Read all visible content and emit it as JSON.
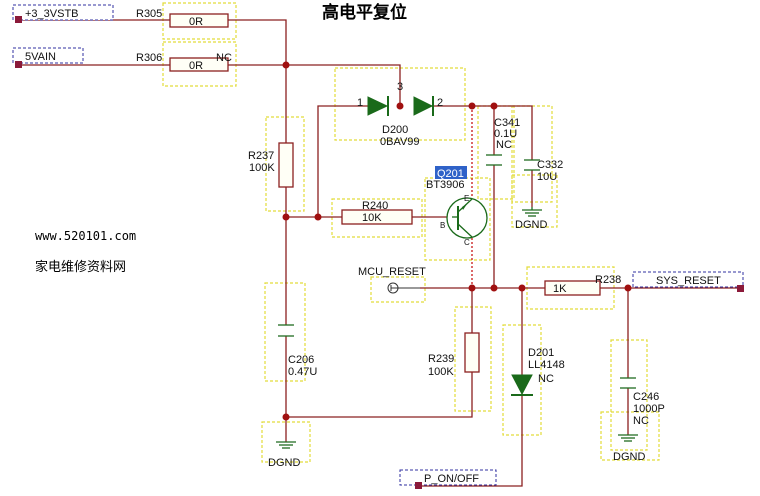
{
  "title": "高电平复位",
  "watermark": {
    "url": "www.520101.com",
    "site": "家电维修资料网"
  },
  "ports": {
    "vstb": "+3_3VSTB",
    "vain": "5VAIN",
    "sys_reset": "SYS_RESET",
    "p_on_off": "P_ON/OFF",
    "mcu_reset": "MCU_RESET"
  },
  "parts": {
    "r305": {
      "ref": "R305",
      "value": "0R"
    },
    "r306": {
      "ref": "R306",
      "value": "0R",
      "note": "NC"
    },
    "r237": {
      "ref": "R237",
      "value": "100K"
    },
    "r240": {
      "ref": "R240",
      "value": "10K"
    },
    "r239": {
      "ref": "R239",
      "value": "100K"
    },
    "r238": {
      "ref": "R238",
      "value": "1K"
    },
    "d200": {
      "ref": "D200",
      "value": "0BAV99",
      "pin1": "1",
      "pin2": "2",
      "pin3": "3"
    },
    "q201": {
      "ref": "Q201",
      "value": "BT3906",
      "pin_e": "E",
      "pin_b": "B",
      "pin_c": "C"
    },
    "c341": {
      "ref": "C341",
      "value": "0.1U",
      "note": "NC"
    },
    "c332": {
      "ref": "C332",
      "value": "10U"
    },
    "c206": {
      "ref": "C206",
      "value": "0.47U"
    },
    "d201": {
      "ref": "D201",
      "value": "LL4148",
      "note": "NC"
    },
    "c246": {
      "ref": "C246",
      "value": "1000P",
      "note": "NC"
    }
  },
  "ground_label": "DGND"
}
